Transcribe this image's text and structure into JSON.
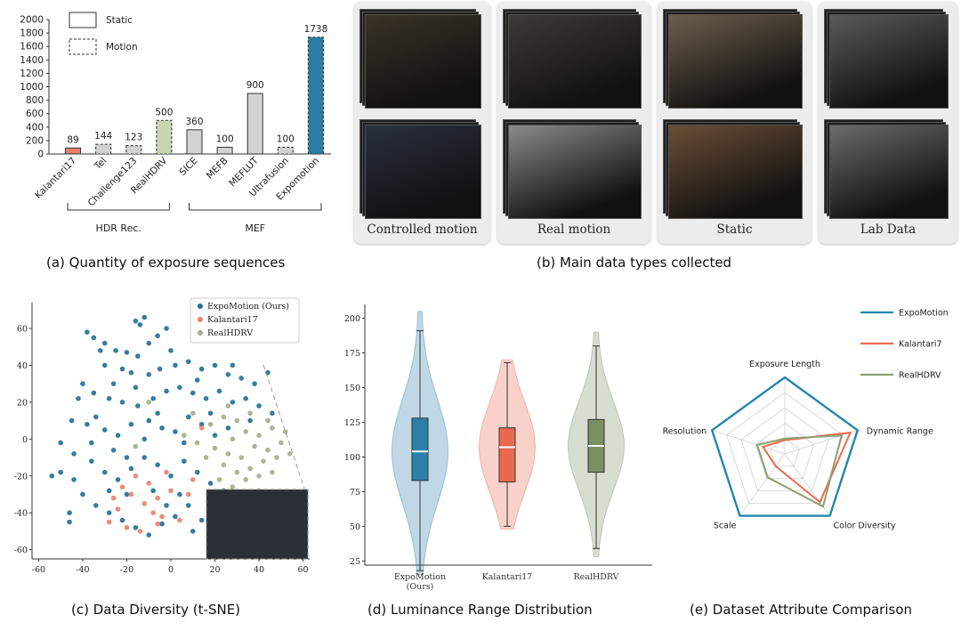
{
  "captions": {
    "a": "(a) Quantity of exposure sequences",
    "b": "(b) Main data types collected",
    "c": "(c) Data Diversity (t-SNE)",
    "d": "(d) Luminance Range Distribution",
    "e": "(e) Dataset Attribute Comparison"
  },
  "chart_data": [
    {
      "id": "a",
      "type": "bar",
      "categories": [
        "Kalantari17",
        "Tel",
        "Challenge123",
        "RealHDRV",
        "SICE",
        "MEFB",
        "MEFLUT",
        "Ultrafusion",
        "Expomotion"
      ],
      "values": [
        89,
        144,
        123,
        500,
        360,
        100,
        900,
        100,
        1738
      ],
      "value_labels": [
        "89",
        "144",
        "123",
        "500",
        "360",
        "100",
        "900",
        "100",
        "1738"
      ],
      "styles": [
        "static",
        "motion",
        "motion",
        "motion",
        "static",
        "static",
        "static",
        "motion",
        "motion"
      ],
      "fills": [
        "#e8806c",
        "#d2d2d2",
        "#d2d2d2",
        "#c7d6b0",
        "#d2d2d2",
        "#d2d2d2",
        "#d2d2d2",
        "#d2d2d2",
        "#2a7ea6"
      ],
      "legend": [
        {
          "label": "Static",
          "style": "static"
        },
        {
          "label": "Motion",
          "style": "motion"
        }
      ],
      "groups": [
        {
          "label": "HDR Rec.",
          "from": 0,
          "to": 3
        },
        {
          "label": "MEF",
          "from": 4,
          "to": 8
        }
      ],
      "ylim": [
        0,
        2000
      ],
      "yticks": [
        "0",
        "200",
        "400",
        "600",
        "800",
        "1000",
        "1200",
        "1400",
        "1600",
        "1800",
        "2000"
      ]
    },
    {
      "id": "c",
      "type": "scatter",
      "xticks": [
        -60,
        -40,
        -20,
        0,
        20,
        40,
        60
      ],
      "yticks": [
        -60,
        -40,
        -20,
        0,
        20,
        40,
        60
      ],
      "xlim": [
        -63,
        63
      ],
      "ylim": [
        -65,
        74
      ],
      "series": [
        {
          "name": "ExpoMotion (Ours)",
          "color": "#1f6f94",
          "points": [
            [
              -38,
              58
            ],
            [
              -35,
              55
            ],
            [
              -30,
              52
            ],
            [
              -25,
              48
            ],
            [
              -20,
              47
            ],
            [
              -15,
              45
            ],
            [
              -10,
              52
            ],
            [
              -6,
              56
            ],
            [
              -2,
              60
            ],
            [
              -14,
              62
            ],
            [
              -16,
              64
            ],
            [
              -12,
              66
            ],
            [
              -30,
              40
            ],
            [
              -22,
              38
            ],
            [
              -18,
              36
            ],
            [
              -10,
              35
            ],
            [
              -5,
              38
            ],
            [
              2,
              40
            ],
            [
              8,
              42
            ],
            [
              14,
              38
            ],
            [
              20,
              40
            ],
            [
              26,
              35
            ],
            [
              32,
              33
            ],
            [
              38,
              30
            ],
            [
              44,
              36
            ],
            [
              -40,
              30
            ],
            [
              -35,
              25
            ],
            [
              -28,
              22
            ],
            [
              -22,
              20
            ],
            [
              -15,
              18
            ],
            [
              -8,
              22
            ],
            [
              -2,
              26
            ],
            [
              4,
              28
            ],
            [
              10,
              25
            ],
            [
              16,
              22
            ],
            [
              22,
              26
            ],
            [
              28,
              20
            ],
            [
              34,
              22
            ],
            [
              40,
              18
            ],
            [
              46,
              14
            ],
            [
              -45,
              10
            ],
            [
              -38,
              8
            ],
            [
              -30,
              5
            ],
            [
              -24,
              2
            ],
            [
              -18,
              8
            ],
            [
              -10,
              10
            ],
            [
              -4,
              6
            ],
            [
              2,
              4
            ],
            [
              8,
              12
            ],
            [
              14,
              8
            ],
            [
              20,
              2
            ],
            [
              26,
              6
            ],
            [
              -50,
              -2
            ],
            [
              -44,
              -8
            ],
            [
              -36,
              -12
            ],
            [
              -30,
              -18
            ],
            [
              -24,
              -22
            ],
            [
              -18,
              -16
            ],
            [
              -12,
              -10
            ],
            [
              -6,
              -14
            ],
            [
              0,
              -20
            ],
            [
              6,
              -12
            ],
            [
              12,
              -18
            ],
            [
              18,
              -24
            ],
            [
              24,
              -28
            ],
            [
              30,
              -34
            ],
            [
              -54,
              -20
            ],
            [
              -40,
              -30
            ],
            [
              -34,
              -36
            ],
            [
              -28,
              -40
            ],
            [
              -22,
              -44
            ],
            [
              -16,
              -48
            ],
            [
              -10,
              -52
            ],
            [
              -4,
              -46
            ],
            [
              2,
              -42
            ],
            [
              8,
              -36
            ],
            [
              14,
              -44
            ],
            [
              20,
              -40
            ],
            [
              -46,
              -40
            ],
            [
              -20,
              -30
            ],
            [
              -8,
              -28
            ],
            [
              4,
              -30
            ],
            [
              10,
              -50
            ],
            [
              -26,
              -6
            ],
            [
              -12,
              0
            ],
            [
              6,
              -2
            ],
            [
              -32,
              48
            ],
            [
              -26,
              30
            ],
            [
              -6,
              14
            ],
            [
              12,
              32
            ],
            [
              36,
              10
            ],
            [
              -42,
              22
            ],
            [
              -36,
              -2
            ],
            [
              -2,
              -36
            ],
            [
              -28,
              -28
            ],
            [
              -44,
              -22
            ],
            [
              -16,
              28
            ],
            [
              -34,
              12
            ],
            [
              18,
              14
            ],
            [
              0,
              48
            ],
            [
              -20,
              -10
            ],
            [
              -50,
              -18
            ],
            [
              -46,
              -45
            ],
            [
              28,
              40
            ]
          ]
        },
        {
          "name": "Kalantari17",
          "color": "#e8806c",
          "points": [
            [
              -18,
              -30
            ],
            [
              -12,
              -35
            ],
            [
              -8,
              -40
            ],
            [
              -24,
              -38
            ],
            [
              -20,
              -48
            ],
            [
              -14,
              -50
            ],
            [
              -6,
              -32
            ],
            [
              -28,
              -45
            ],
            [
              0,
              -28
            ],
            [
              4,
              -44
            ],
            [
              -16,
              -20
            ],
            [
              -10,
              -24
            ],
            [
              -4,
              -42
            ],
            [
              8,
              -30
            ],
            [
              -22,
              -26
            ],
            [
              -2,
              -18
            ],
            [
              10,
              -22
            ],
            [
              -26,
              -32
            ],
            [
              14,
              6
            ],
            [
              -6,
              -46
            ]
          ]
        },
        {
          "name": "RealHDRV",
          "color": "#a3ae85",
          "points": [
            [
              20,
              -5
            ],
            [
              26,
              -8
            ],
            [
              32,
              -10
            ],
            [
              38,
              -4
            ],
            [
              44,
              -6
            ],
            [
              50,
              -2
            ],
            [
              24,
              -14
            ],
            [
              30,
              -18
            ],
            [
              36,
              -16
            ],
            [
              42,
              -12
            ],
            [
              48,
              -10
            ],
            [
              54,
              -8
            ],
            [
              28,
              0
            ],
            [
              34,
              4
            ],
            [
              40,
              2
            ],
            [
              46,
              6
            ],
            [
              52,
              4
            ],
            [
              18,
              8
            ],
            [
              24,
              12
            ],
            [
              30,
              10
            ],
            [
              36,
              14
            ],
            [
              22,
              -22
            ],
            [
              28,
              -26
            ],
            [
              34,
              -22
            ],
            [
              40,
              -20
            ],
            [
              46,
              -18
            ],
            [
              16,
              -10
            ],
            [
              12,
              -2
            ],
            [
              10,
              14
            ],
            [
              6,
              2
            ],
            [
              26,
              18
            ],
            [
              40,
              -28
            ],
            [
              -10,
              20
            ],
            [
              -16,
              -4
            ],
            [
              20,
              -30
            ],
            [
              44,
              10
            ]
          ]
        }
      ]
    },
    {
      "id": "d",
      "type": "violin",
      "categories": [
        "ExpoMotion\n(Ours)",
        "Kalantari17",
        "RealHDRV"
      ],
      "ylim": [
        22,
        210
      ],
      "yticks": [
        25,
        50,
        75,
        100,
        125,
        150,
        175,
        200
      ],
      "series": [
        {
          "name": "ExpoMotion\n(Ours)",
          "color": "#2e7fa8",
          "whisker_low": 18,
          "q1": 83,
          "median": 104,
          "q3": 128,
          "whisker_high": 191,
          "violin_min": 15,
          "violin_max": 205
        },
        {
          "name": "Kalantari17",
          "color": "#e96a50",
          "whisker_low": 50,
          "q1": 82,
          "median": 107,
          "q3": 121,
          "whisker_high": 168,
          "violin_min": 48,
          "violin_max": 170
        },
        {
          "name": "RealHDRV",
          "color": "#7c8f63",
          "whisker_low": 34,
          "q1": 89,
          "median": 108,
          "q3": 127,
          "whisker_high": 180,
          "violin_min": 28,
          "violin_max": 190
        }
      ]
    },
    {
      "id": "e",
      "type": "radar",
      "axes": [
        "Exposure Length",
        "Dynamic  Range",
        "Color Diversity",
        "Scale",
        "Resolution"
      ],
      "levels": 5,
      "series": [
        {
          "name": "ExpoMotion",
          "color": "#2486ad",
          "values": [
            1.0,
            1.0,
            1.0,
            1.0,
            1.0
          ]
        },
        {
          "name": "Kalantari7",
          "color": "#ee6b4e",
          "values": [
            0.18,
            0.9,
            0.78,
            0.2,
            0.3
          ]
        },
        {
          "name": "RealHDRV",
          "color": "#8e9f70",
          "values": [
            0.2,
            0.78,
            0.85,
            0.38,
            0.38
          ]
        }
      ]
    }
  ],
  "photos": {
    "cards": [
      {
        "label": "Controlled motion",
        "top_tone": "#3a3328",
        "bottom_tone": "#2a3040"
      },
      {
        "label": "Real motion",
        "top_tone": "#3c3a36",
        "bottom_tone": "#8a8a8a"
      },
      {
        "label": "Static",
        "top_tone": "#6d5e4c",
        "bottom_tone": "#6a4e34"
      },
      {
        "label": "Lab Data",
        "top_tone": "#5a5a5a",
        "bottom_tone": "#6b6b6b"
      }
    ]
  }
}
